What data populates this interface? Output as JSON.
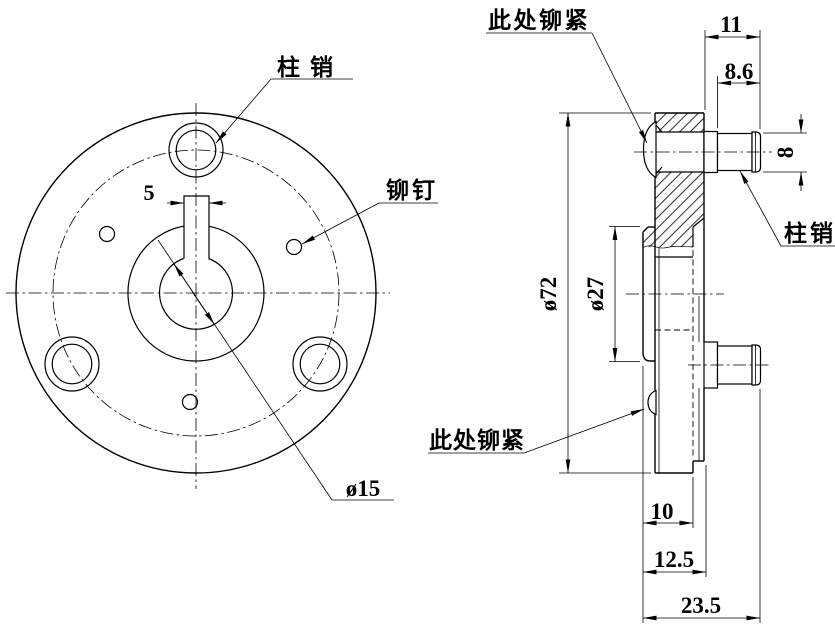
{
  "drawing_title": "flange pin coupling drawing",
  "colors": {
    "line": "#000000",
    "background": "#ffffff"
  },
  "front_view": {
    "labels": {
      "pin": "柱销",
      "rivet": "铆钉"
    },
    "dims": {
      "key_width": "5",
      "bore_dia": "ø15"
    }
  },
  "side_view": {
    "labels": {
      "rivet_here_top": "此处铆紧",
      "rivet_here_bottom": "此处铆紧",
      "pin": "柱销"
    },
    "dims": {
      "outer_dia": "ø72",
      "hub_dia": "ø27",
      "pin_len": "11",
      "pin_shank_len": "8.6",
      "pin_dia": "8",
      "web_thickness": "10",
      "hub_thickness": "12.5",
      "overall_width": "23.5"
    }
  }
}
